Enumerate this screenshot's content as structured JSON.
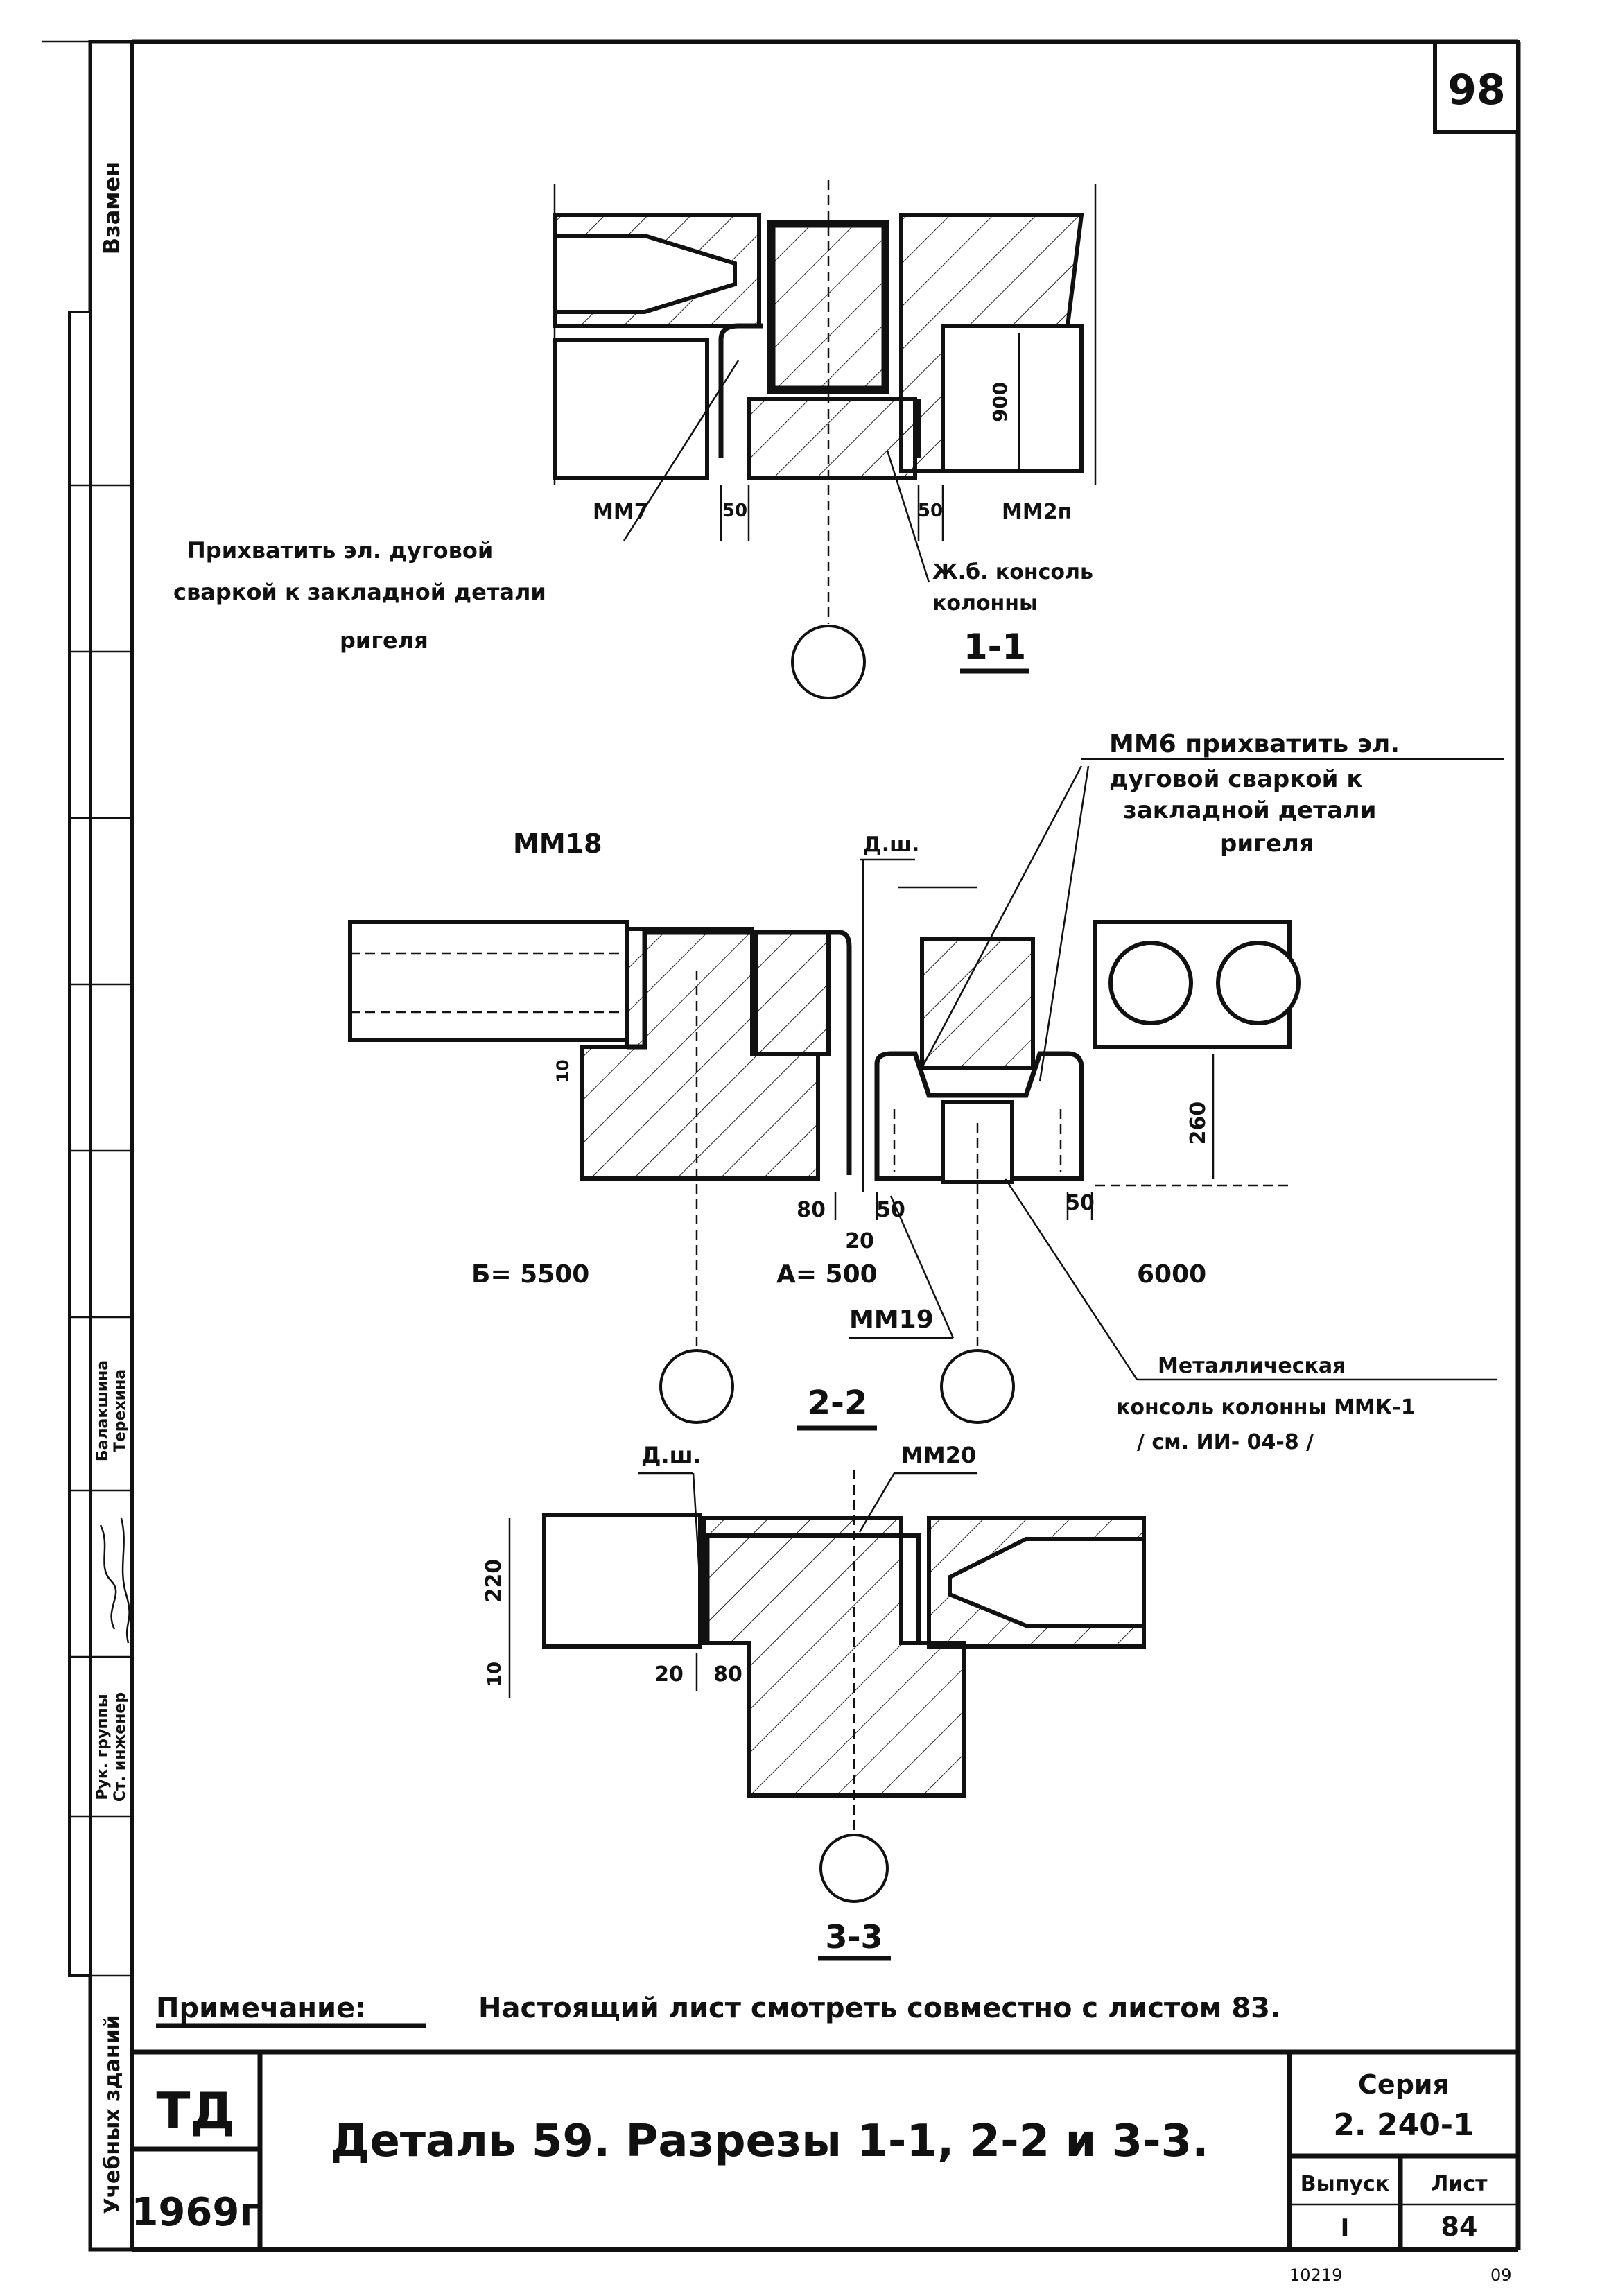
{
  "sheet_number": "98",
  "side_stamp": {
    "vzamen": "Взамен",
    "roles": [
      "Рук. группы",
      "Ст. инженер"
    ],
    "names": [
      "Балакшина",
      "Терехина"
    ],
    "institute": "Учебных зданий"
  },
  "section_1_1": {
    "labels": {
      "mm7": "ММ7",
      "mm2p": "ММ2п",
      "dim_50_left": "50",
      "dim_50_right": "50",
      "dim_900": "900"
    },
    "note_weld": [
      "Прихватить эл. дуговой",
      "сваркой к закладной детали",
      "ригеля"
    ],
    "note_console": [
      "Ж.б. консоль",
      "колонны"
    ],
    "title": "1-1"
  },
  "section_2_2": {
    "labels": {
      "mm18": "ММ18",
      "dsh": "Д.ш.",
      "mm19": "ММ19",
      "dim_80": "80",
      "dim_50_a": "50",
      "dim_20": "20",
      "dim_50_b": "50",
      "dim_10": "10",
      "dim_260": "260",
      "span_b": "Б= 5500",
      "span_a": "А= 500",
      "span_c": "6000"
    },
    "note_mm6": [
      "ММ6 прихватить эл.",
      "дуговой сваркой к",
      "закладной детали",
      "ригеля"
    ],
    "note_metal": [
      "Металлическая",
      "консоль колонны ММК-1",
      "/ см. ИИ- 04-8 /"
    ],
    "title": "2-2"
  },
  "section_3_3": {
    "labels": {
      "dsh": "Д.ш.",
      "mm20": "ММ20",
      "dim_220": "220",
      "dim_10": "10",
      "dim_20": "20",
      "dim_80": "80"
    },
    "title": "3-3"
  },
  "note": {
    "label": "Примечание:",
    "text": "Настоящий лист смотреть совместно с листом 83."
  },
  "title_block": {
    "org": "ТД",
    "year": "1969г",
    "title": "Деталь 59. Разрезы 1-1, 2-2 и 3-3.",
    "series_label": "Серия",
    "series_value": "2. 240-1",
    "issue_label": "Выпуск",
    "issue_value": "I",
    "sheet_label": "Лист",
    "sheet_value": "84"
  },
  "footer": {
    "left_code": "10219",
    "right_code": "09"
  }
}
